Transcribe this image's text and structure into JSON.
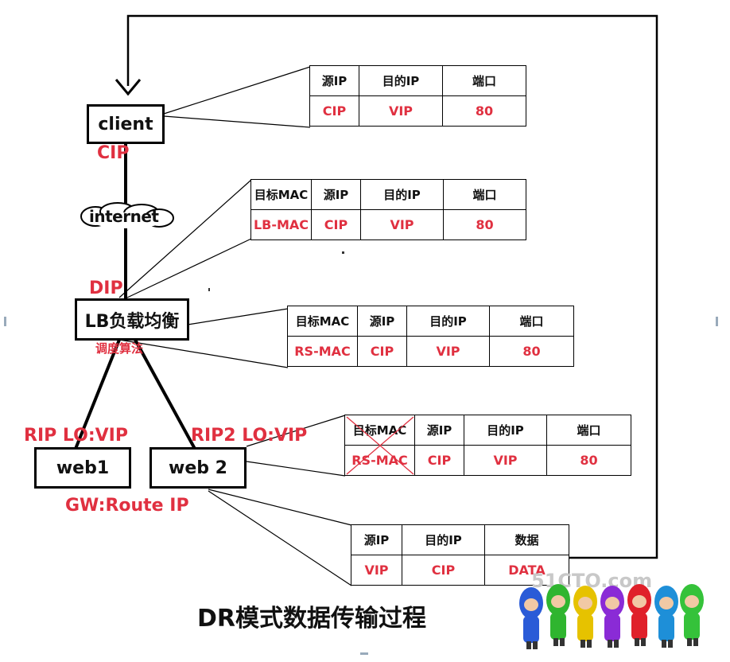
{
  "nodes": {
    "client": "client",
    "internet": "internet",
    "lb": "LB负载均衡",
    "web1": "web1",
    "web2": "web 2"
  },
  "labels": {
    "cip": "CIP",
    "dip": "DIP",
    "scheduler": "调度算法",
    "rip1": "RIP LO:VIP",
    "rip2": "RIP2 LO:VIP",
    "gw": "GW:Route IP"
  },
  "packets": [
    {
      "headers": [
        "源IP",
        "目的IP",
        "端口"
      ],
      "values": [
        "CIP",
        "VIP",
        "80"
      ]
    },
    {
      "headers": [
        "目标MAC",
        "源IP",
        "目的IP",
        "端口"
      ],
      "values": [
        "LB-MAC",
        "CIP",
        "VIP",
        "80"
      ]
    },
    {
      "headers": [
        "目标MAC",
        "源IP",
        "目的IP",
        "端口"
      ],
      "values": [
        "RS-MAC",
        "CIP",
        "VIP",
        "80"
      ]
    },
    {
      "headers": [
        "目标MAC",
        "源IP",
        "目的IP",
        "端口"
      ],
      "values": [
        "RS-MAC",
        "CIP",
        "VIP",
        "80"
      ],
      "crossed_out": "目标MAC"
    },
    {
      "headers": [
        "源IP",
        "目的IP",
        "数据"
      ],
      "values": [
        "VIP",
        "CIP",
        "DATA"
      ]
    }
  ],
  "title": "DR模式数据传输过程",
  "watermark_text": "51CTO.com",
  "colors": {
    "accent_red": "#e03040",
    "line": "#000000"
  }
}
